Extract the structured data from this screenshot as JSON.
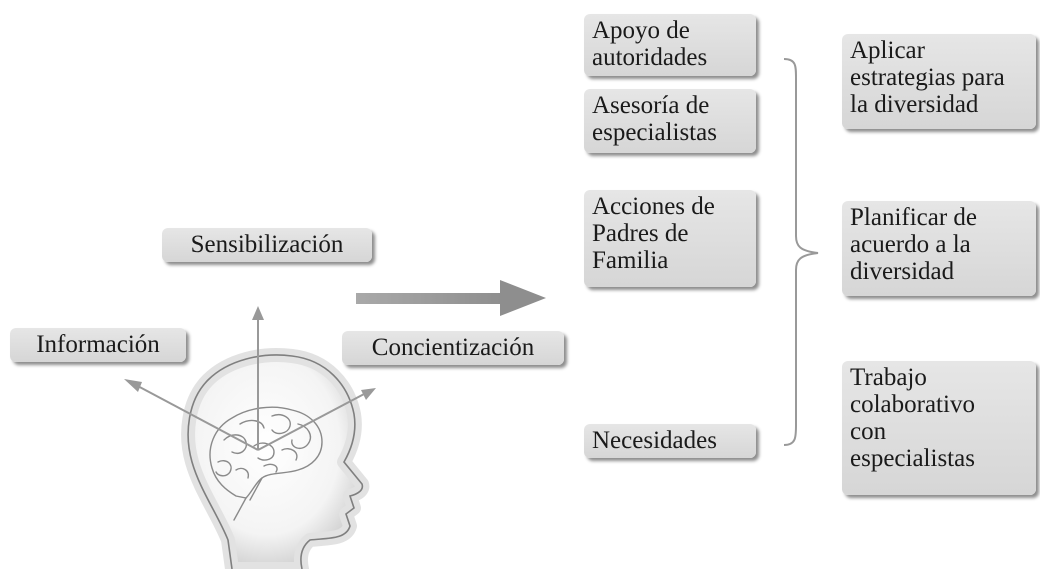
{
  "colors": {
    "box_fill": "#dcdcdc",
    "arrow": "#999999",
    "big_arrow": "#9a9a9a",
    "head_outline": "#8c8c8c",
    "brace": "#999999",
    "text": "#1a1a1a"
  },
  "left": {
    "sensibilizacion": "Sensibilización",
    "informacion": "Información",
    "concientizacion": "Concientización"
  },
  "middle": {
    "apoyo": "Apoyo de\nautoridades",
    "asesoria": "Asesoría de\nespecialistas",
    "acciones": "Acciones de\nPadres de\nFamilia",
    "necesidades": "Necesidades"
  },
  "right": {
    "aplicar": "Aplicar\nestrategias para\nla diversidad",
    "planificar": "Planificar de\nacuerdo a la\ndiversidad",
    "trabajo": "Trabajo\ncolaborativo\ncon\nespecialistas"
  },
  "icons": {
    "head": "human-head-profile-icon",
    "brain": "brain-icon"
  }
}
